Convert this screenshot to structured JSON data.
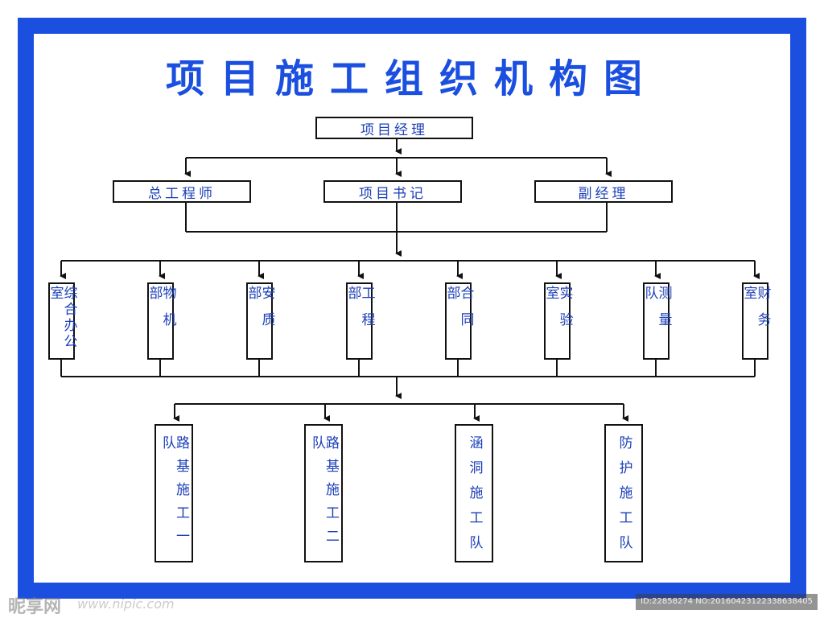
{
  "title": "项目施工组织机构图",
  "colors": {
    "frame": "#1b4fe0",
    "title": "#1b4fe0",
    "box_text": "#1b3fb8",
    "line": "#111111"
  },
  "top": {
    "label": "项目经理"
  },
  "level2": [
    {
      "label": "总工程师"
    },
    {
      "label": "项目书记"
    },
    {
      "label": "副经理"
    }
  ],
  "departments": [
    {
      "label": "综合办公室"
    },
    {
      "label": "物机部"
    },
    {
      "label": "安质部"
    },
    {
      "label": "工程部"
    },
    {
      "label": "合同部"
    },
    {
      "label": "实验室"
    },
    {
      "label": "测量队"
    },
    {
      "label": "财务室"
    }
  ],
  "teams": [
    {
      "label": "路基施工一队"
    },
    {
      "label": "路基施工二队"
    },
    {
      "label": "涵洞施工队"
    },
    {
      "label": "防护施工队"
    }
  ],
  "watermark": {
    "logo_text": "昵享网",
    "url_text": "www.nipic.com",
    "id_text": "ID:22858274 NO:20160423122338638405"
  }
}
